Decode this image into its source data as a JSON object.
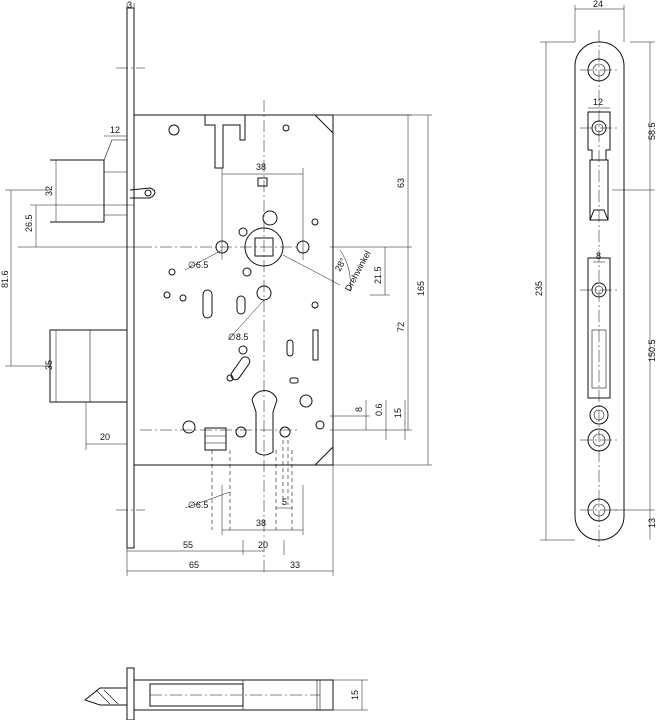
{
  "dimensions": {
    "faceplate_thickness": "3",
    "faceplate_width": "24",
    "latch_offset": "12",
    "latch_height": "32",
    "latch_center_height": "26.5",
    "spindle_to_bolt": "81.6",
    "bolt_height": "35",
    "bolt_throw": "20",
    "spindle_width": "38",
    "spindle_dia": "∅6.5",
    "follower_dia": "∅8.5",
    "rotation_angle": "28°",
    "rotation_word": "Drehwinkel",
    "top_height": "63",
    "follower_offset": "21.5",
    "case_height": "165",
    "distance_72": "72",
    "cyl_offset_8": "8",
    "cyl_offset_06": "0.6",
    "cyl_offset_15": "15",
    "bottom_dia": "∅6.5",
    "bottom_width_38": "38",
    "bottom_5": "5",
    "backset_55": "55",
    "bottom_20": "20",
    "total_65": "65",
    "total_33": "33",
    "strike_screw_12": "12",
    "strike_58_5": "58.5",
    "strike_length": "235",
    "strike_8": "8",
    "strike_150_5": "150.5",
    "strike_13": "13",
    "bottom_view_15": "15"
  }
}
